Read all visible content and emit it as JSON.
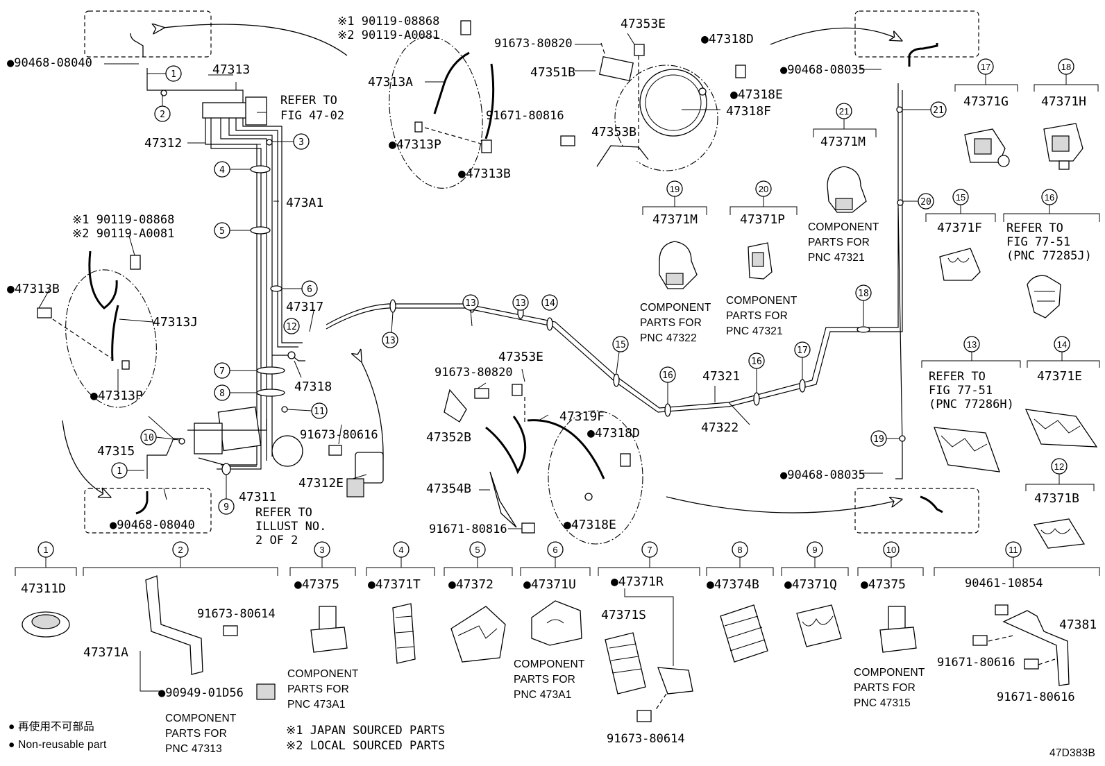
{
  "labels": {
    "p47313": "47313",
    "p47312": "47312",
    "p473A1": "473A1",
    "p47317": "47317",
    "p47318": "47318",
    "p47311": "47311",
    "p47315": "47315",
    "p47312E": "47312E",
    "p47313A": "47313A",
    "p47313J": "47313J",
    "p47353E_top": "47353E",
    "p47351B": "47351B",
    "p47353B": "47353B",
    "p47318F": "47318F",
    "p47353E_mid": "47353E",
    "p47352B": "47352B",
    "p47319F": "47319F",
    "p47354B": "47354B",
    "p47321": "47321",
    "p47322": "47322",
    "p47381": "47381",
    "p47371A": "47371A",
    "p47371S": "47371S",
    "n47313P_top": "●47313P",
    "n47313B_top": "●47313B",
    "n47313B_left": "●47313B",
    "n47313P_left": "●47313P",
    "n47318D_top": "●47318D",
    "n47318E_top": "●47318E",
    "n47318D_mid": "●47318D",
    "n47318E_mid": "●47318E",
    "n90468_08040_top": "●90468-08040",
    "n90468_08040_bot": "●90468-08040",
    "n90468_08035_top": "●90468-08035",
    "n90468_08035_bot": "●90468-08035",
    "n90949": "●90949-01D56",
    "b91673_80820_top": "91673-80820",
    "b91671_80816_top": "91671-80816",
    "b91673_80820_mid": "91673-80820",
    "b91671_80816_mid": "91671-80816",
    "b91673_80616": "91673-80616",
    "b91673_80614_a": "91673-80614",
    "b91673_80614_b": "91673-80614",
    "b90461": "90461-10854",
    "b91671_80616_a": "91671-80616",
    "b91671_80616_b": "91671-80616",
    "ast1_top": "※1 90119-08868",
    "ast2_top": "※2 90119-A0081",
    "ast1_left": "※1 90119-08868",
    "ast2_left": "※2 90119-A0081",
    "refer_47_02_a": "REFER TO",
    "refer_47_02_b": "FIG 47-02",
    "refer_illust_a": "REFER TO",
    "refer_illust_b": "ILLUST NO.",
    "refer_illust_c": "2 OF 2",
    "diagram_code": "47D383B"
  },
  "clamps_top": [
    {
      "bubble": "17",
      "pn": "47371G"
    },
    {
      "bubble": "18",
      "pn": "47371H"
    },
    {
      "bubble": "21",
      "pn": "47371M",
      "note": [
        "COMPONENT",
        "PARTS FOR",
        "PNC 47321"
      ]
    },
    {
      "bubble": "19",
      "pn": "47371M",
      "note": [
        "COMPONENT",
        "PARTS FOR",
        "PNC 47322"
      ]
    },
    {
      "bubble": "20",
      "pn": "47371P",
      "note": [
        "COMPONENT",
        "PARTS FOR",
        "PNC 47321"
      ]
    },
    {
      "bubble": "15",
      "pn": "47371F"
    },
    {
      "bubble": "16",
      "pn": "",
      "note": [
        "REFER TO",
        "FIG 77-51",
        "(PNC 77285J)"
      ]
    },
    {
      "bubble": "13",
      "pn": "",
      "note": [
        "REFER TO",
        "FIG 77-51",
        "(PNC 77286H)"
      ]
    },
    {
      "bubble": "14",
      "pn": "47371E"
    },
    {
      "bubble": "12",
      "pn": "47371B"
    }
  ],
  "bottom_row": [
    {
      "bubble": "1",
      "pn": "47311D"
    },
    {
      "bubble": "2",
      "pn": ""
    },
    {
      "bubble": "3",
      "pn": "●47375",
      "note": [
        "COMPONENT",
        "PARTS FOR",
        "PNC 473A1"
      ]
    },
    {
      "bubble": "4",
      "pn": "●47371T"
    },
    {
      "bubble": "5",
      "pn": "●47372"
    },
    {
      "bubble": "6",
      "pn": "●47371U",
      "note": [
        "COMPONENT",
        "PARTS FOR",
        "PNC 473A1"
      ]
    },
    {
      "bubble": "7",
      "pn": "●47371R"
    },
    {
      "bubble": "8",
      "pn": "●47374B"
    },
    {
      "bubble": "9",
      "pn": "●47371Q"
    },
    {
      "bubble": "10",
      "pn": "●47375",
      "note": [
        "COMPONENT",
        "PARTS FOR",
        "PNC 47315"
      ]
    },
    {
      "bubble": "11",
      "pn": ""
    }
  ],
  "note_47313": [
    "COMPONENT",
    "PARTS FOR",
    "PNC 47313"
  ],
  "legend": {
    "jp": "● 再使用不可部品",
    "en": "● Non-reusable part",
    "src1": "※1 JAPAN SOURCED PARTS",
    "src2": "※2 LOCAL SOURCED PARTS"
  }
}
